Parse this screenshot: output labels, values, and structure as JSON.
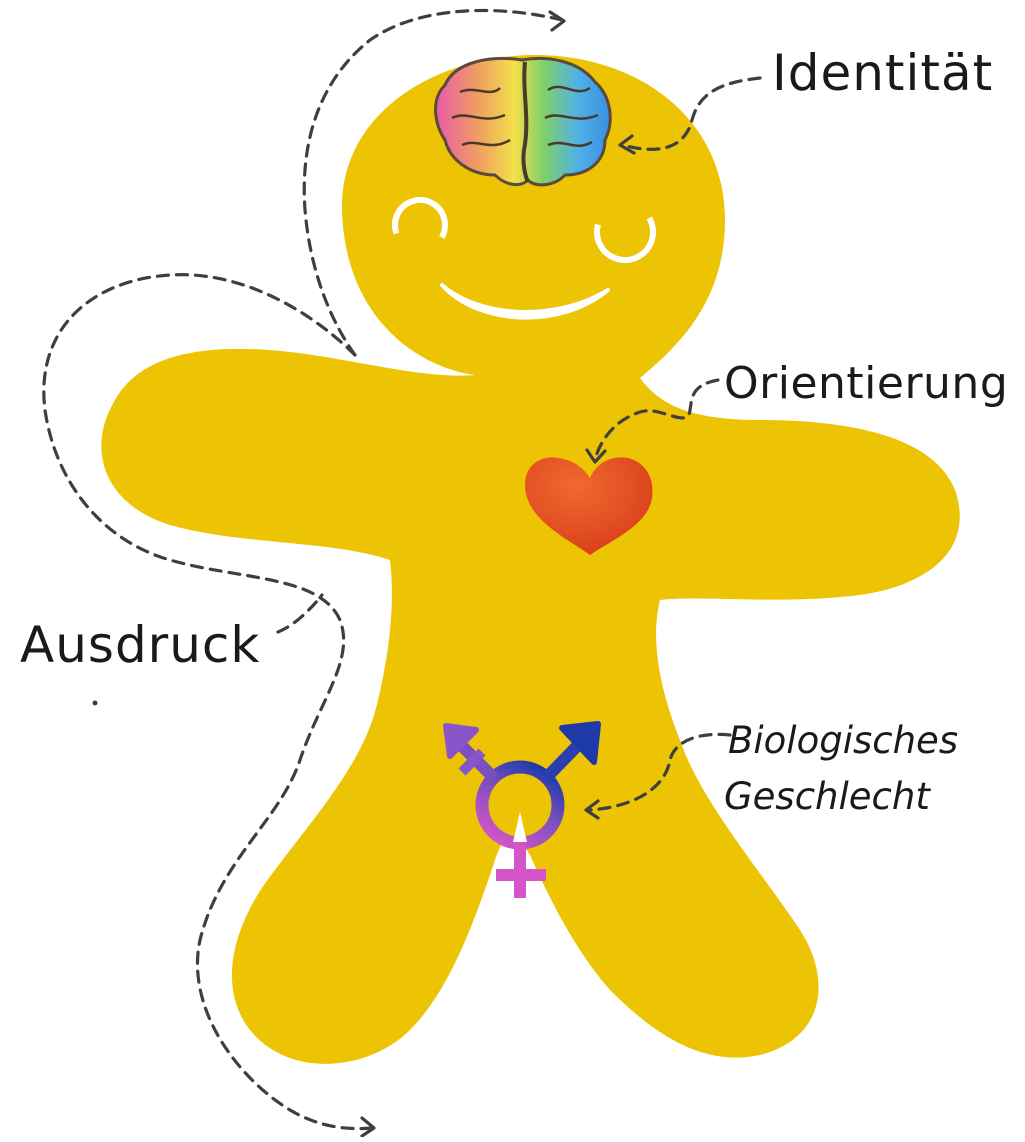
{
  "labels": {
    "identity": "Identität",
    "orientation": "Orientierung",
    "expression": "Ausdruck",
    "sex_line1": "Biologisches",
    "sex_line2": "Geschlecht"
  },
  "colors": {
    "body": "#ecc404",
    "face_lines": "#ffffff",
    "heart": "#e2451d",
    "symbol_top": "#1a3aa8",
    "symbol_bottom": "#c651c9",
    "arrows": "#3f3f3f"
  },
  "icons": [
    "brain-icon",
    "heart-icon",
    "transgender-symbol-icon"
  ]
}
